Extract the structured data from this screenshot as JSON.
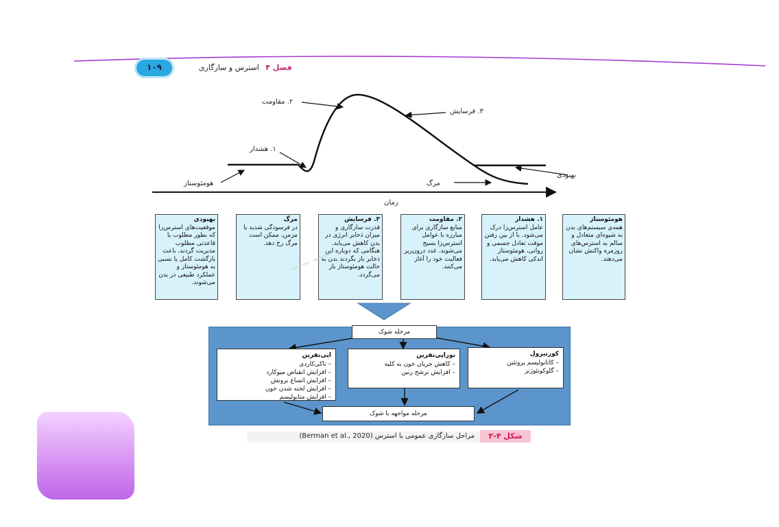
{
  "header": {
    "page_number": "۱۰۹",
    "chapter_label": "فصل ۴",
    "chapter_title": "استرس و سازگاری"
  },
  "curve": {
    "labels": {
      "alarm": "۱. هشدار",
      "resistance": "۲. مقاومت",
      "exhaustion": "۳. فرسایش",
      "recovery": "بهبودی",
      "death": "مرگ",
      "homeostasis": "هومئوستاز",
      "time": "زمان"
    }
  },
  "stages": [
    {
      "title": "بهبودی",
      "body": "موقعیت‌های استرس‌زا که بطور مطلوب یا قاعدتی مطلوب مدیریت گردند، باعث بازگشت کامل یا نسبی به هومئوستاز و عملکرد طبیعی در بدن می‌شوند."
    },
    {
      "title": "مرگ",
      "body": "در فرسودگی شدید یا مزمن، ممکن است مرگ رخ دهد."
    },
    {
      "title": "۳. فرسایش",
      "body": "قدرت سازگاری و میزان ذخایر انرژی در بدن کاهش می‌یابد. هنگامی که دوباره این ذخایر باز بگردند بدن به حالت هومئوستاز باز می‌گردد."
    },
    {
      "title": "۲. مقاومت",
      "body": "منابع سازگاری برای مبارزه با عوامل استرس‌زا بسیج می‌شوند. غدد درون‌ریز فعالیت خود را آغاز می‌کنند."
    },
    {
      "title": "۱. هشدار",
      "body": "عامل استرس‌زا درک می‌شود. با از بین رفتن موقت تعادل جسمی و روانی، هومئوستاز اندکی کاهش می‌یابد."
    },
    {
      "title": "هومئوستاز",
      "body": "همه‌ی سیستم‌های بدن به شیوه‌ای متعادل و سالم به استرس‌های روزمره واکنش نشان می‌دهند."
    }
  ],
  "flow": {
    "shock_stage": "مرحله شوک",
    "countershock": "مرحله مواجهه با شوک",
    "epinephrine": {
      "title": "اپی‌نفرین",
      "items": [
        "– تاکی‌کاردی",
        "– افزایش انقباض میوکارد",
        "– افزایش اتساع برونش",
        "– افزایش لخته شدن خون",
        "– افزایش متابولیسم"
      ]
    },
    "norepinephrine": {
      "title": "نوراپی‌نفرین",
      "items": [
        "– کاهش جریان خون به کلیه",
        "– افزایش ترشح رنین"
      ]
    },
    "cortisol": {
      "title": "کورتیزول",
      "items": [
        "– کاتابولیسم پروتئین",
        "– گلوکونئوژنز"
      ]
    }
  },
  "caption": {
    "tag": "شکل ۴-۳",
    "text": "مراحل سازگاری عمومی با استرس (Berman et al., 2020)"
  },
  "colors": {
    "accent_blue": "#29a7e1",
    "box_fill": "#d8f2fb",
    "flow_bg": "#5b95cc",
    "header_line": "#a43bd1",
    "caption_tag": "#d4145a"
  }
}
